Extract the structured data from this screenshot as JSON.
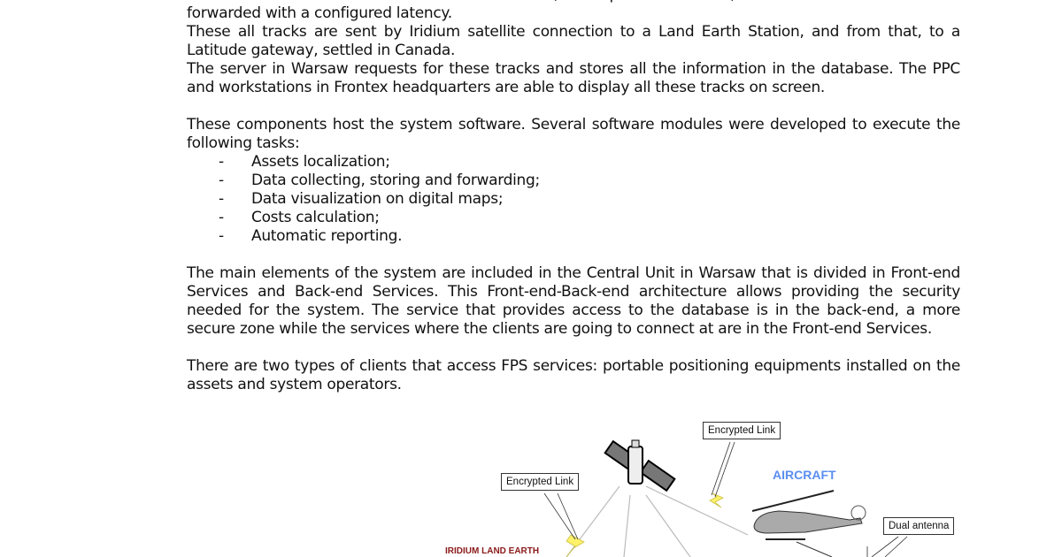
{
  "paragraphs": [
    "All the GPS tracks are received in the PLA and PLB, in the portable devices, this GPS tracks are stored and forwarded with a configured latency.",
    "These all tracks are sent by Iridium satellite connection to a Land Earth Station, and from that, to a Latitude gateway, settled in Canada.",
    "The server in Warsaw requests for these tracks and stores all the information in the database. The PPC and workstations in Frontex headquarters are able to display all these tracks on screen.",
    "These components host the system software. Several software modules were developed to execute the following tasks:",
    "The main elements of the system are included in the Central Unit in Warsaw that is divided in Front-end Services and Back-end Services. This Front-end-Back-end architecture allows providing the security needed for the system. The service that provides access to the database is in the back-end, a more secure zone while the services where the clients are going to connect at are in the Front-end Services.",
    "There are two types of clients that access FPS services: portable positioning equipments installed on the assets and system operators."
  ],
  "tasks": [
    "Assets localization;",
    "Data collecting, storing and forwarding;",
    "Data visualization on digital maps;",
    "Costs calculation;",
    "Automatic reporting."
  ],
  "bullet": "-",
  "diagram": {
    "encrypted_link_1": "Encrypted Link",
    "encrypted_link_2": "Encrypted Link",
    "aircraft": "AIRCRAFT",
    "dual_antenna": "Dual antenna",
    "iridium": "IRIDIUM LAND EARTH"
  }
}
